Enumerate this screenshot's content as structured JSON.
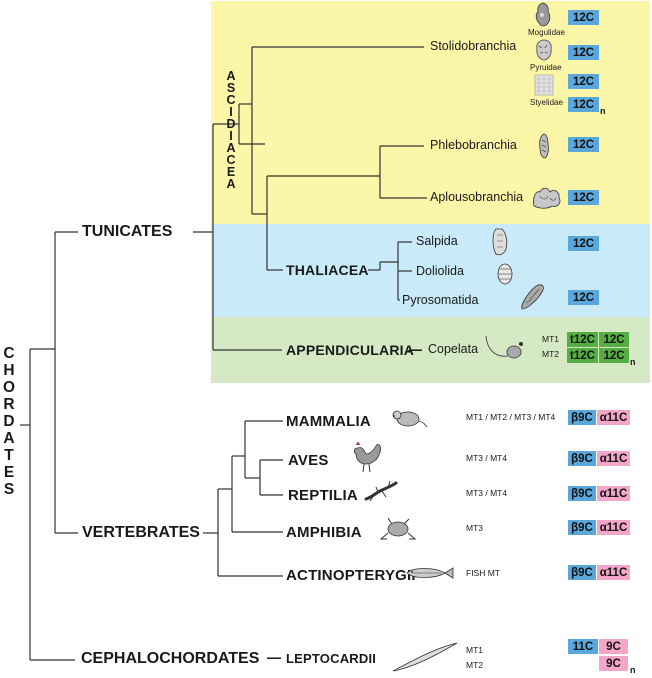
{
  "root": "CHORDATES",
  "groups": {
    "tunicates": "TUNICATES",
    "vertebrates": "VERTEBRATES",
    "cephalochordates": "CEPHALOCHORDATES"
  },
  "ascidiacea": "ASCIDIACEA",
  "thaliacea": "THALIACEA",
  "appendicularia": "APPENDICULARIA",
  "taxa": {
    "stolidobranchia": "Stolidobranchia",
    "phlebobranchia": "Phlebobranchia",
    "aplousobranchia": "Aplousobranchia",
    "salpida": "Salpida",
    "doliolida": "Doliolida",
    "pyrosomatida": "Pyrosomatida",
    "copelata": "Copelata",
    "mammalia": "MAMMALIA",
    "aves": "AVES",
    "reptilia": "REPTILIA",
    "amphibia": "AMPHIBIA",
    "actinopterygii": "ACTINOPTERYGII",
    "leptocardii": "LEPTOCARDII"
  },
  "families": {
    "mogulidae": "Mogulidae",
    "pyruidae": "Pyruidae",
    "styelidae": "Styelidae"
  },
  "mt_labels": {
    "mt1": "MT1",
    "mt2": "MT2",
    "mammalia": "MT1 / MT2 / MT3 / MT4",
    "aves": "MT3 / MT4",
    "reptilia": "MT3 / MT4",
    "amphibia": "MT3",
    "fish": "FISH MT",
    "lepto_mt1": "MT1",
    "lepto_mt2": "MT2"
  },
  "motifs": {
    "c12": "12C",
    "t12c": "t12C",
    "b9c": "β9C",
    "a11c": "α11C",
    "c11": "11C",
    "c9": "9C",
    "n": "n"
  },
  "colors": {
    "ascidiacea_bg": "#fcf6a9",
    "thaliacea_bg": "#c9eaf8",
    "appendicularia_bg": "#d5e9c5",
    "blue_box": "#5aa7dc",
    "pink_box": "#f3a6c7",
    "green_box": "#56ad42"
  },
  "icons": [
    "mogulidae-icon",
    "pyruidae-icon",
    "styelidae-icon",
    "phlebobranchia-icon",
    "aplousobranchia-icon",
    "salpida-icon",
    "doliolida-icon",
    "pyrosomatida-icon",
    "copelata-icon",
    "mouse-icon",
    "rooster-icon",
    "lizard-icon",
    "frog-icon",
    "fish-icon",
    "lancelet-icon"
  ]
}
